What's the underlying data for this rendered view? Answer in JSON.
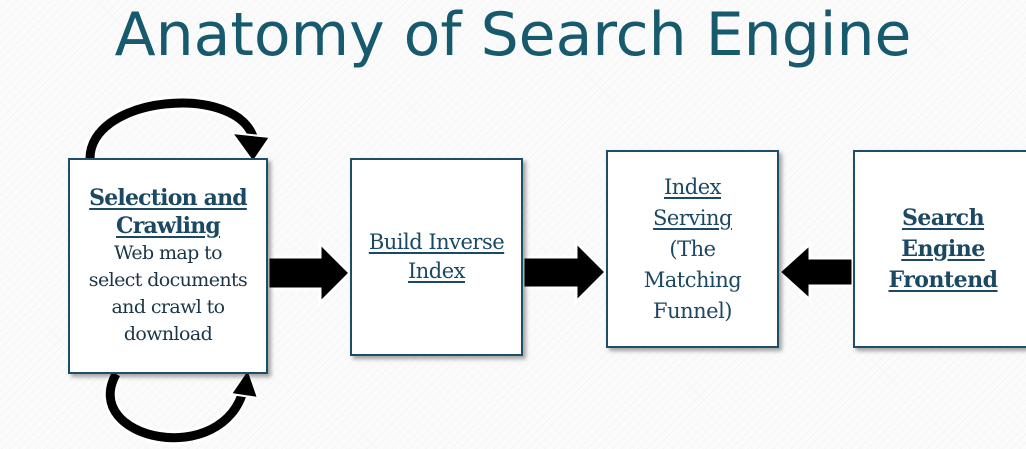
{
  "title": "Anatomy of Search Engine",
  "boxes": {
    "selection": {
      "heading_line1": "Selection and",
      "heading_line2": "Crawling",
      "desc_lines": [
        "Web map to",
        "select documents",
        "and crawl to",
        "download"
      ]
    },
    "build": {
      "line1": "Build Inverse",
      "line2": "Index"
    },
    "index_serving": {
      "link_line1": "Index",
      "link_line2": "Serving",
      "rest_lines": [
        "(The",
        "Matching",
        "Funnel)"
      ]
    },
    "frontend": {
      "line1": "Search",
      "line2": "Engine",
      "line3": "Frontend"
    }
  },
  "colors": {
    "title": "#17596d",
    "box_text": "#1b4862",
    "box_border": "#1d4e6a",
    "arrow_fill": "#000000"
  }
}
